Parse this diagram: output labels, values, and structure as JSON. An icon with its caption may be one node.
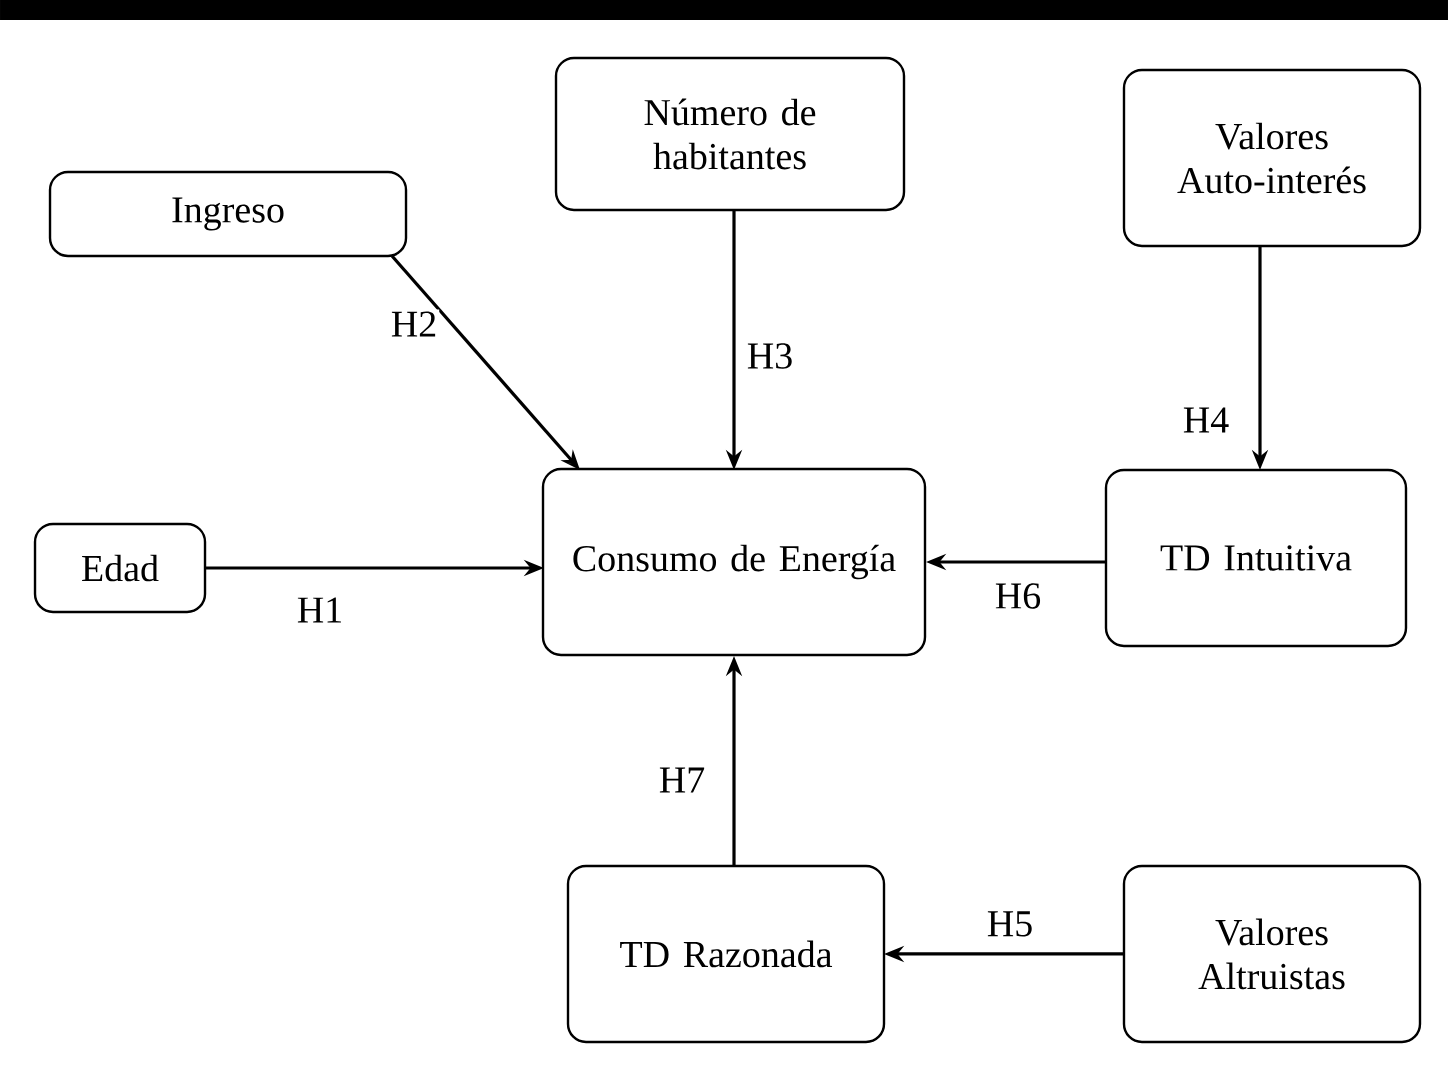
{
  "diagram": {
    "nodes": [
      {
        "text": [
          "Ingreso"
        ]
      },
      {
        "text": [
          "Número de habitantes"
        ]
      },
      {
        "text": [
          "Valores Auto-interés"
        ]
      },
      {
        "text": [
          "Edad"
        ]
      },
      {
        "text": [
          "Consumo de Energía"
        ]
      },
      {
        "text": [
          "TD Intuitiva"
        ]
      },
      {
        "text": [
          "TD Razonada"
        ]
      },
      {
        "text": [
          "Valores Altruistas"
        ]
      }
    ],
    "edges": [
      {
        "from": 3,
        "to": 4,
        "arrow": "to",
        "label": "H1"
      },
      {
        "from": 0,
        "to": 4,
        "arrow": "to",
        "label": "H2"
      },
      {
        "from": 1,
        "to": 4,
        "arrow": "to",
        "label": "H3"
      },
      {
        "from": 2,
        "to": 5,
        "arrow": "to",
        "label": "H4"
      },
      {
        "from": 7,
        "to": 6,
        "arrow": "to",
        "label": "H5"
      },
      {
        "from": 5,
        "to": 4,
        "arrow": "to",
        "label": "H6"
      },
      {
        "from": 6,
        "to": 4,
        "arrow": "to",
        "label": "H7"
      }
    ]
  }
}
